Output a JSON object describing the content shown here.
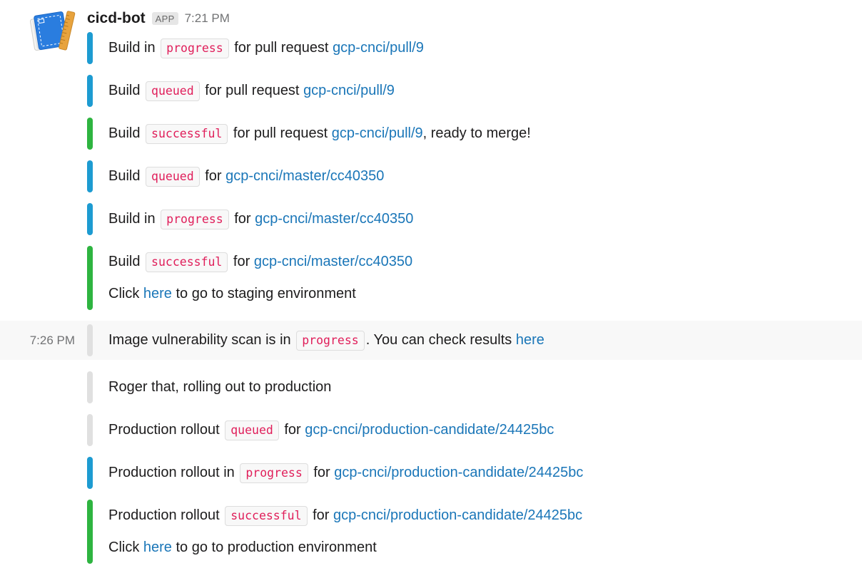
{
  "header": {
    "bot_name": "cicd-bot",
    "app_badge": "APP",
    "timestamp": "7:21 PM"
  },
  "colors": {
    "bar_blue": "#1d9bd1",
    "bar_green": "#2eb440",
    "bar_gray": "#e0e0e0",
    "link": "#1a76b8",
    "code_text": "#e01e5a",
    "highlight_row_bg": "#f8f8f8",
    "text": "#1d1c1d",
    "muted_text": "#717274"
  },
  "icons": {
    "avatar": "blue-sketchbook-with-orange-ruler"
  },
  "messages": [
    {
      "bar": "blue",
      "lines": [
        [
          {
            "text": "Build in "
          },
          {
            "code": "progress"
          },
          {
            "text": " for pull request "
          },
          {
            "link": "gcp-cnci/pull/9"
          }
        ]
      ]
    },
    {
      "bar": "blue",
      "lines": [
        [
          {
            "text": "Build "
          },
          {
            "code": "queued"
          },
          {
            "text": " for pull request "
          },
          {
            "link": "gcp-cnci/pull/9"
          }
        ]
      ]
    },
    {
      "bar": "green",
      "lines": [
        [
          {
            "text": "Build "
          },
          {
            "code": "successful"
          },
          {
            "text": " for pull request "
          },
          {
            "link": "gcp-cnci/pull/9"
          },
          {
            "text": ", ready to merge!"
          }
        ]
      ]
    },
    {
      "bar": "blue",
      "lines": [
        [
          {
            "text": "Build "
          },
          {
            "code": "queued"
          },
          {
            "text": " for "
          },
          {
            "link": "gcp-cnci/master/cc40350"
          }
        ]
      ]
    },
    {
      "bar": "blue",
      "lines": [
        [
          {
            "text": "Build in "
          },
          {
            "code": "progress"
          },
          {
            "text": " for "
          },
          {
            "link": "gcp-cnci/master/cc40350"
          }
        ]
      ]
    },
    {
      "bar": "green",
      "lines": [
        [
          {
            "text": "Build "
          },
          {
            "code": "successful"
          },
          {
            "text": " for "
          },
          {
            "link": "gcp-cnci/master/cc40350"
          }
        ],
        [
          {
            "text": "Click "
          },
          {
            "link": "here"
          },
          {
            "text": " to go to staging environment"
          }
        ]
      ]
    },
    {
      "bar": "gray",
      "timestamp": "7:26 PM",
      "highlight": true,
      "lines": [
        [
          {
            "text": "Image vulnerability scan is in "
          },
          {
            "code": "progress"
          },
          {
            "text": ". You can check results "
          },
          {
            "link": "here"
          }
        ]
      ]
    },
    {
      "bar": "gray",
      "lines": [
        [
          {
            "text": "Roger that, rolling out to production"
          }
        ]
      ]
    },
    {
      "bar": "gray",
      "lines": [
        [
          {
            "text": "Production rollout "
          },
          {
            "code": "queued"
          },
          {
            "text": " for "
          },
          {
            "link": "gcp-cnci/production-candidate/24425bc"
          }
        ]
      ]
    },
    {
      "bar": "blue",
      "lines": [
        [
          {
            "text": "Production rollout in "
          },
          {
            "code": "progress"
          },
          {
            "text": " for "
          },
          {
            "link": "gcp-cnci/production-candidate/24425bc"
          }
        ]
      ]
    },
    {
      "bar": "green",
      "lines": [
        [
          {
            "text": "Production rollout "
          },
          {
            "code": "successful"
          },
          {
            "text": " for "
          },
          {
            "link": "gcp-cnci/production-candidate/24425bc"
          }
        ],
        [
          {
            "text": "Click "
          },
          {
            "link": "here"
          },
          {
            "text": " to go to production environment"
          }
        ]
      ]
    }
  ]
}
